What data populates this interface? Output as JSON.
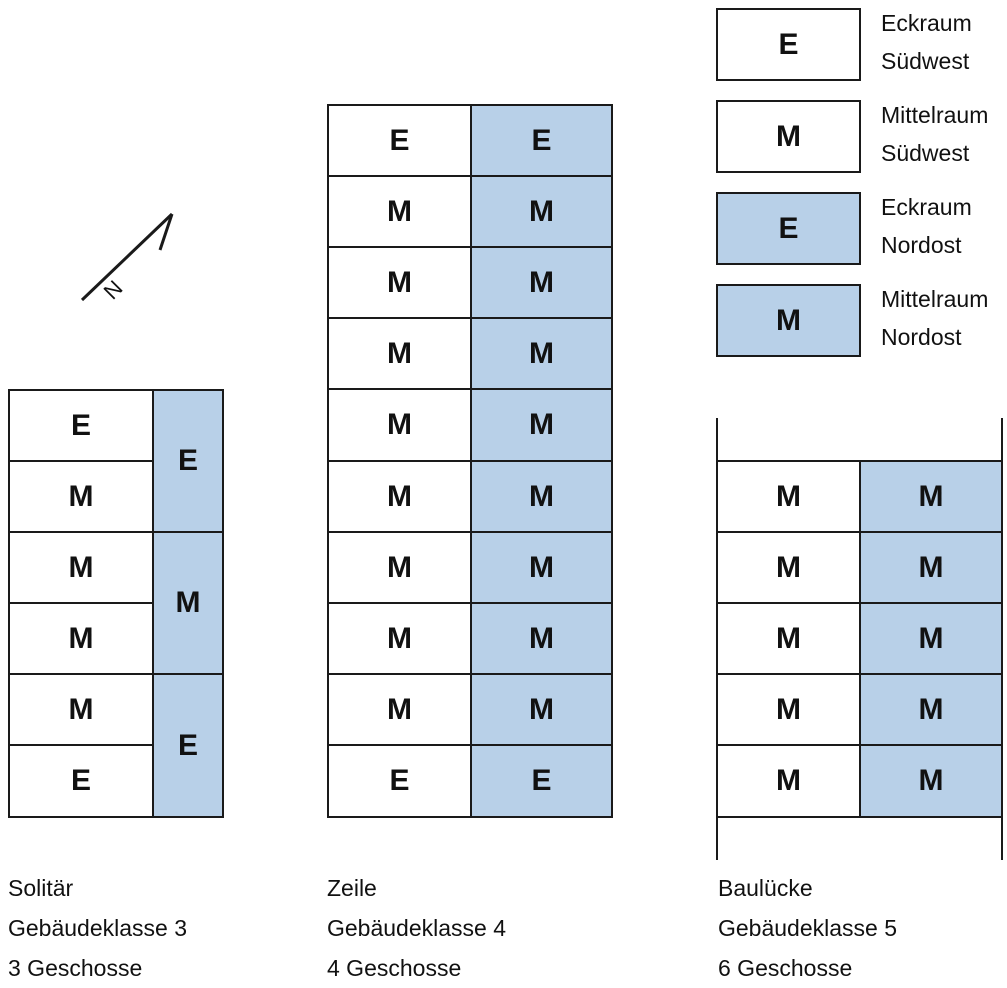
{
  "north_arrow": {
    "label": "N"
  },
  "legend": [
    {
      "letter": "E",
      "line1": "Eckraum",
      "line2": "Südwest",
      "color": "#ffffff"
    },
    {
      "letter": "M",
      "line1": "Mittelraum",
      "line2": "Südwest",
      "color": "#ffffff"
    },
    {
      "letter": "E",
      "line1": "Eckraum",
      "line2": "Nordost",
      "color": "#b8d0e8"
    },
    {
      "letter": "M",
      "line1": "Mittelraum",
      "line2": "Nordost",
      "color": "#b8d0e8"
    }
  ],
  "solitaer": {
    "left": [
      "E",
      "M",
      "M",
      "M",
      "M",
      "E"
    ],
    "right": [
      "E",
      "M",
      "E"
    ],
    "caption": [
      "Solitär",
      "Gebäudeklasse 3",
      "3 Geschosse"
    ]
  },
  "zeile": {
    "left": [
      "E",
      "M",
      "M",
      "M",
      "M",
      "M",
      "M",
      "M",
      "M",
      "E"
    ],
    "right": [
      "E",
      "M",
      "M",
      "M",
      "M",
      "M",
      "M",
      "M",
      "M",
      "E"
    ],
    "caption": [
      "Zeile",
      "Gebäudeklasse 4",
      "4 Geschosse"
    ]
  },
  "bauluecke": {
    "left": [
      "M",
      "M",
      "M",
      "M",
      "M"
    ],
    "right": [
      "M",
      "M",
      "M",
      "M",
      "M"
    ],
    "caption": [
      "Baulücke",
      "Gebäudeklasse 5",
      "6 Geschosse"
    ]
  },
  "colors": {
    "southwest": "#ffffff",
    "northeast": "#b8d0e8",
    "stroke": "#1a1a1a"
  }
}
